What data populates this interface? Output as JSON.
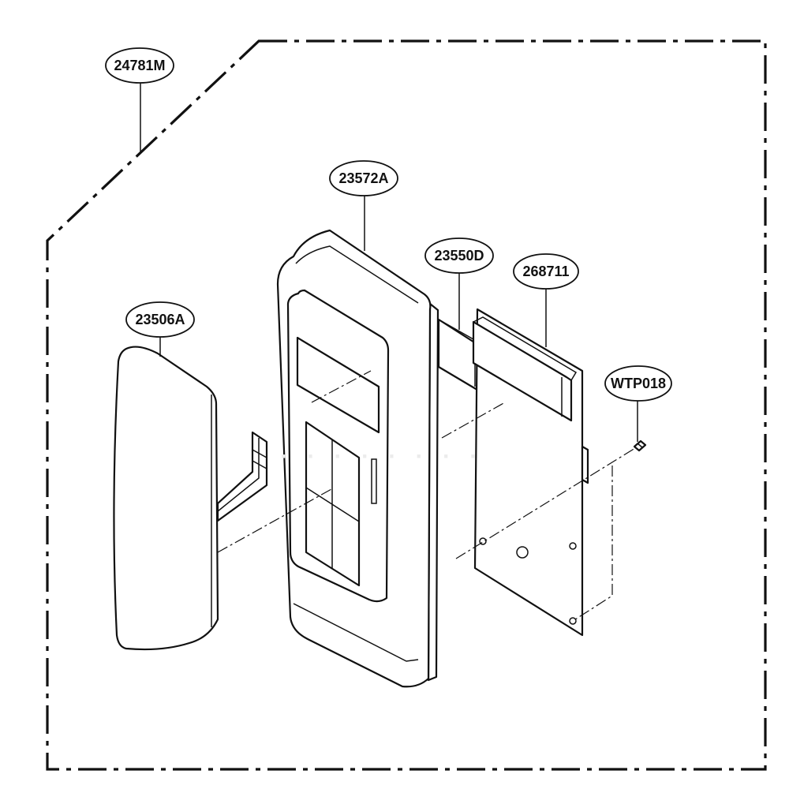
{
  "diagram": {
    "parts": [
      {
        "id": "24781M"
      },
      {
        "id": "23572A"
      },
      {
        "id": "23550D"
      },
      {
        "id": "268711"
      },
      {
        "id": "23506A"
      },
      {
        "id": "WTP018"
      }
    ]
  }
}
